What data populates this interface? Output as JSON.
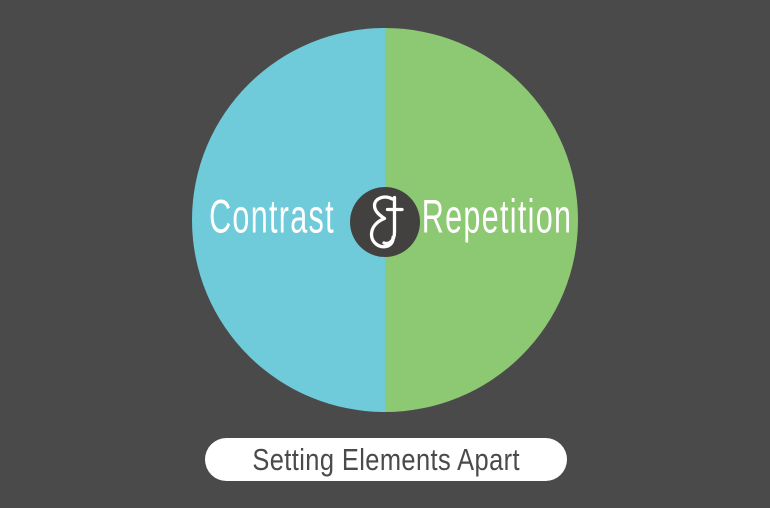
{
  "page": {
    "background_color": "#4a4a4a"
  },
  "diagram": {
    "left_half": {
      "label": "Contrast",
      "color": "#6fcbda",
      "text_color": "#ffffff"
    },
    "right_half": {
      "label": "Repetition",
      "color": "#8dc873",
      "text_color": "#ffffff"
    },
    "center_badge": {
      "symbol": "&",
      "icon": "ampersand-icon",
      "color": "#424140",
      "symbol_color": "#ffffff"
    }
  },
  "caption": {
    "label": "Setting Elements Apart",
    "background_color": "#ffffff",
    "text_color": "#4a4a4a"
  }
}
